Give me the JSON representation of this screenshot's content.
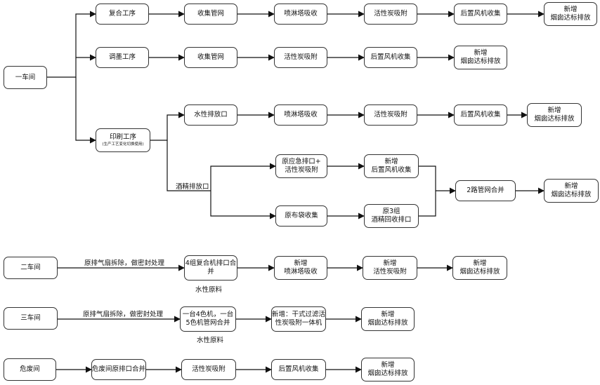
{
  "nodes": {
    "ws1": "一车间",
    "ws1_compound": "复合工序",
    "ws1_compound_pipe": "收集管网",
    "ws1_compound_spray": "喷淋塔吸收",
    "ws1_compound_carbon": "活性炭吸附",
    "ws1_compound_fan": "后置风机收集",
    "ws1_compound_stack": [
      "新增",
      "烟囱达标排放"
    ],
    "ws1_ink": "调墨工序",
    "ws1_ink_pipe": "收集管网",
    "ws1_ink_carbon": "活性炭吸附",
    "ws1_ink_fan": "后置风机收集",
    "ws1_ink_stack": [
      "新增",
      "烟囱达标排放"
    ],
    "ws1_print": "印刷工序",
    "ws1_print_note": "(生产工艺变化切换使用)",
    "ws1_water_outlet": "水性排放口",
    "ws1_water_spray": "喷淋塔吸收",
    "ws1_water_carbon": "活性炭吸附",
    "ws1_water_fan": "后置风机收集",
    "ws1_water_stack": [
      "新增",
      "烟囱达标排放"
    ],
    "ws1_emerg": [
      "原应急排口+",
      "活性炭吸附"
    ],
    "ws1_emerg_fan": [
      "新增",
      "后置风机收集"
    ],
    "ws1_bag": "原布袋收集",
    "ws1_recover": [
      "原3组",
      "酒精回收排口"
    ],
    "ws1_merge2": "2路管网合并",
    "ws1_merge2_stack": [
      "新增",
      "烟囱达标排放"
    ],
    "ws2": "二车间",
    "ws2_merge4": "4组复合机排口合并",
    "ws2_spray": [
      "新增",
      "喷淋塔吸收"
    ],
    "ws2_carbon": [
      "新增",
      "活性炭吸附"
    ],
    "ws2_stack": [
      "新增",
      "烟囱达标排放"
    ],
    "ws3": "三车间",
    "ws3_merge": [
      "一台4色机，一台",
      "5色机管网合并"
    ],
    "ws3_filter": [
      "新增：干式过滤活",
      "性炭吸附一体机"
    ],
    "ws3_stack": [
      "新增",
      "烟囱达标排放"
    ],
    "hazard": "危废间",
    "hazard_merge": "危废间原排口合并",
    "hazard_carbon": "活性炭吸附",
    "hazard_fan": "后置风机收集",
    "hazard_stack": [
      "新增",
      "烟囱达标排放"
    ]
  },
  "labels": {
    "alcohol_outlet": "酒精排放口",
    "ws2_note": "原排气扇拆除，做密封处理",
    "ws2_material": "水性原料",
    "ws3_note": "原排气扇拆除，做密封处理",
    "ws3_material": "水性原料"
  }
}
